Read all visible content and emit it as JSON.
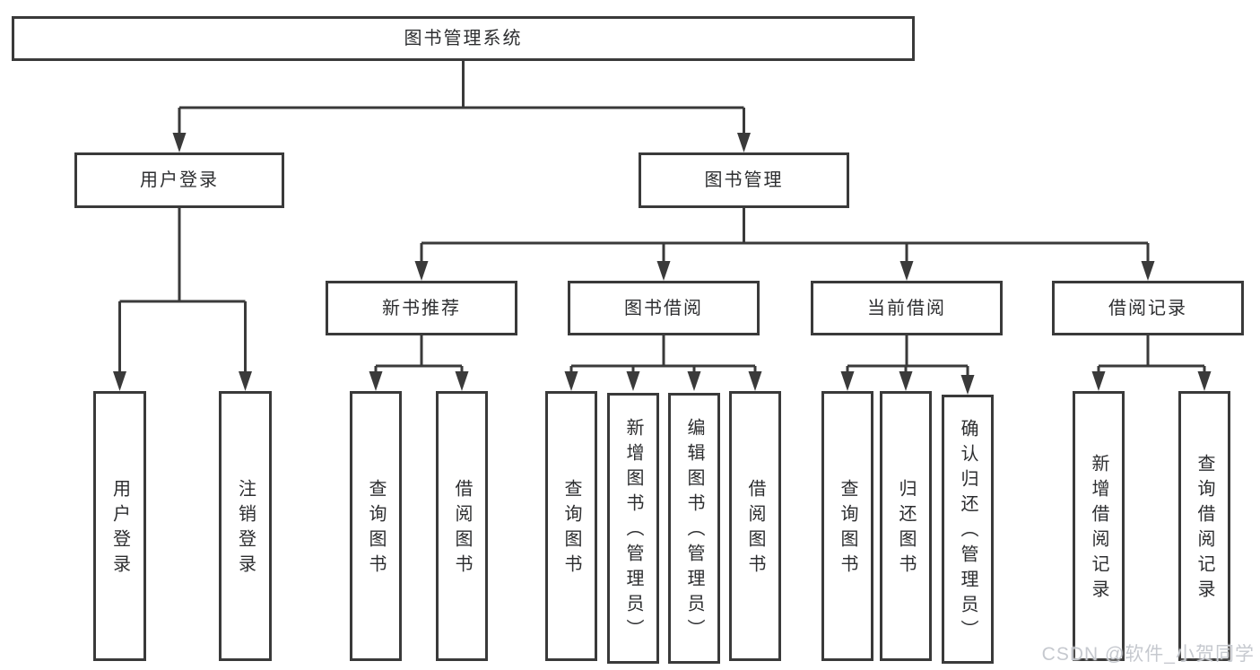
{
  "diagram": {
    "root": {
      "label": "图书管理系统"
    },
    "branches": [
      {
        "label": "用户登录",
        "children": [
          {
            "label": "用户登录"
          },
          {
            "label": "注销登录"
          }
        ]
      },
      {
        "label": "图书管理",
        "children": [
          {
            "label": "新书推荐",
            "children": [
              {
                "label": "查询图书"
              },
              {
                "label": "借阅图书"
              }
            ]
          },
          {
            "label": "图书借阅",
            "children": [
              {
                "label": "查询图书"
              },
              {
                "label": "新增图书（管理员）"
              },
              {
                "label": "编辑图书（管理员）"
              },
              {
                "label": "借阅图书"
              }
            ]
          },
          {
            "label": "当前借阅",
            "children": [
              {
                "label": "查询图书"
              },
              {
                "label": "归还图书"
              },
              {
                "label": "确认归还（管理员）"
              }
            ]
          },
          {
            "label": "借阅记录",
            "children": [
              {
                "label": "新增借阅记录"
              },
              {
                "label": "查询借阅记录"
              }
            ]
          }
        ]
      }
    ]
  },
  "watermark": {
    "text": "CSDN @软件_小贺同学"
  },
  "colors": {
    "line": "#3a3a3a",
    "box_border": "#3a3a3a",
    "text": "#2d2e30",
    "background": "#ffffff",
    "watermark": "#c6c9cf"
  }
}
